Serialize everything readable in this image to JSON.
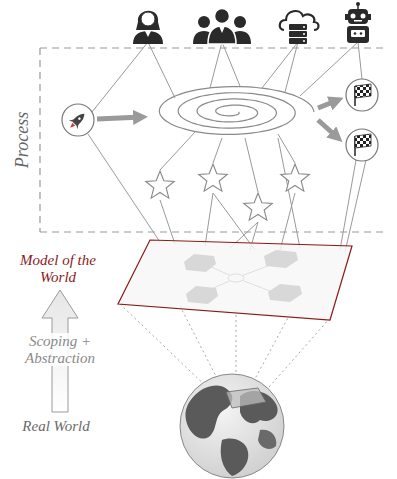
{
  "diagram": {
    "nodes": [
      {
        "text": [
          "Process"
        ]
      },
      {
        "text": [
          "Model of the World"
        ]
      }
    ],
    "labels": [
      "Scoping + Abstraction",
      "Real World"
    ]
  }
}
